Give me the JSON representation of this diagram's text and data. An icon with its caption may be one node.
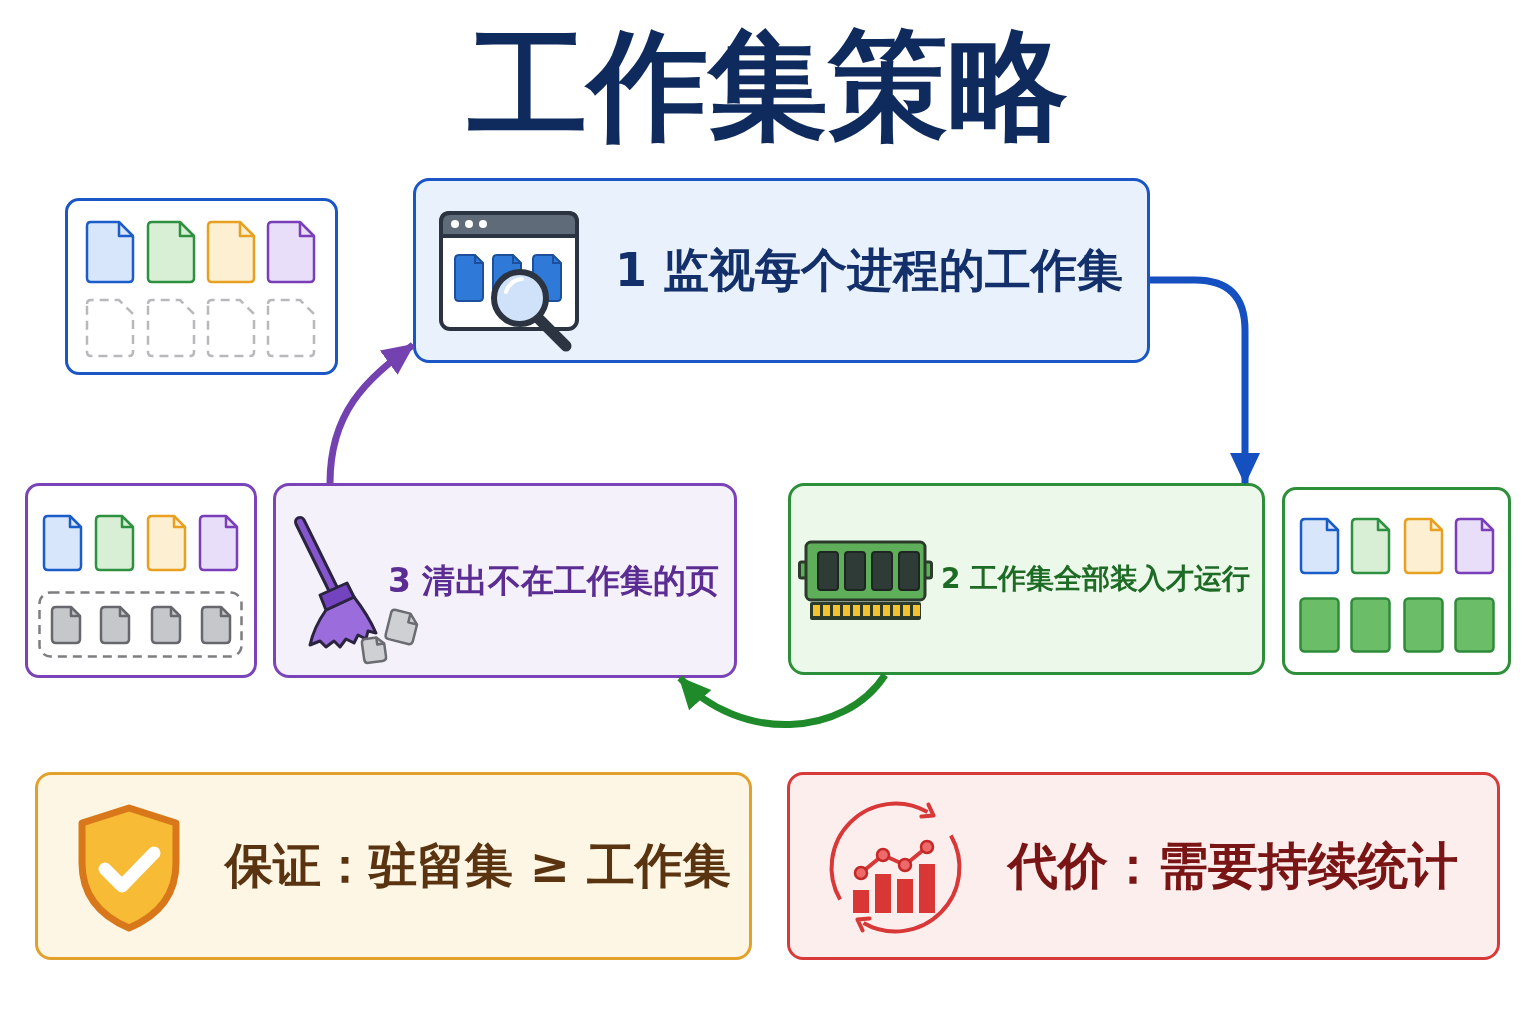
{
  "diagram": {
    "title": "工作集策略",
    "nodes": [
      {
        "text": [],
        "shape": "box"
      },
      {
        "text": [
          "1 监视每个进程的工作集"
        ]
      },
      {
        "text": [],
        "shape": "box"
      },
      {
        "text": [
          "3 清出不在工作集的页"
        ]
      },
      {
        "text": [
          "2 工作集全部装入才运行"
        ]
      },
      {
        "text": [],
        "shape": "box"
      },
      {
        "text": [
          "保证：驻留集 ≥ 工作集"
        ]
      },
      {
        "text": [
          "代价：需要持续统计"
        ]
      }
    ],
    "edges": [
      {
        "from": 1,
        "to": 4,
        "arrow": "to",
        "color": "#1550c0"
      },
      {
        "from": 4,
        "to": 3,
        "arrow": "to",
        "color": "#1f8a2a"
      },
      {
        "from": 3,
        "to": 1,
        "arrow": "to",
        "color": "#7442b0"
      }
    ]
  }
}
